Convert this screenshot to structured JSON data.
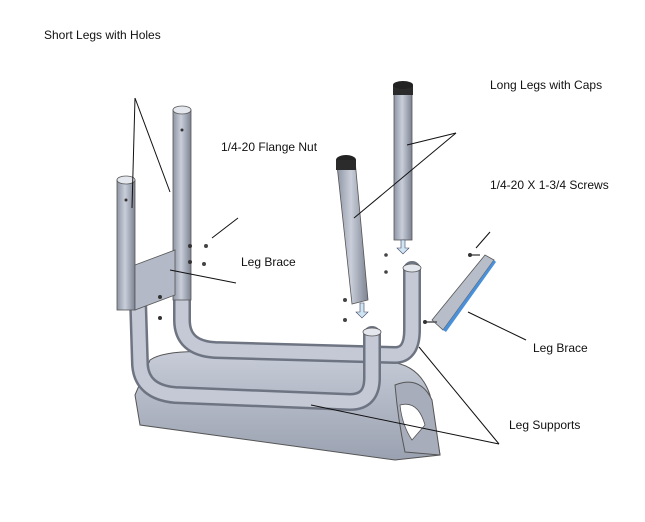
{
  "labels": {
    "short_legs": "Short Legs with Holes",
    "long_legs": "Long Legs with Caps",
    "flange_nut": "1/4-20 Flange Nut",
    "screws": "1/4-20 X 1-3/4 Screws",
    "leg_brace_left": "Leg Brace",
    "leg_brace_right": "Leg Brace",
    "leg_supports": "Leg Supports"
  }
}
